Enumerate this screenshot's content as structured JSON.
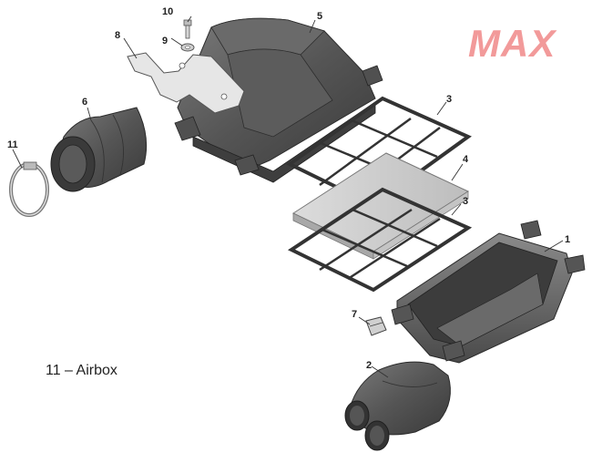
{
  "badge": {
    "text": "MAX",
    "color": "#f29a9a"
  },
  "caption": "11 – Airbox",
  "callouts": {
    "c1": "1",
    "c2": "2",
    "c3a": "3",
    "c3b": "3",
    "c4": "4",
    "c5": "5",
    "c6": "6",
    "c7": "7",
    "c8": "8",
    "c9": "9",
    "c10": "10",
    "c11": "11"
  }
}
